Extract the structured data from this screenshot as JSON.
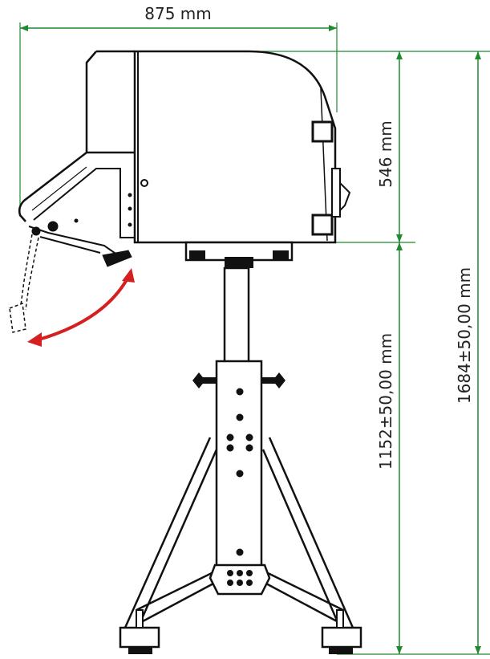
{
  "dimensions": {
    "width_label": "875 mm",
    "head_height_label": "546 mm",
    "stand_height_label": "1152±50,00 mm",
    "total_height_label": "1684±50,00 mm"
  },
  "colors": {
    "dimension_line": "#1f8a2e",
    "arrow": "#d42020",
    "outline": "#111111"
  }
}
